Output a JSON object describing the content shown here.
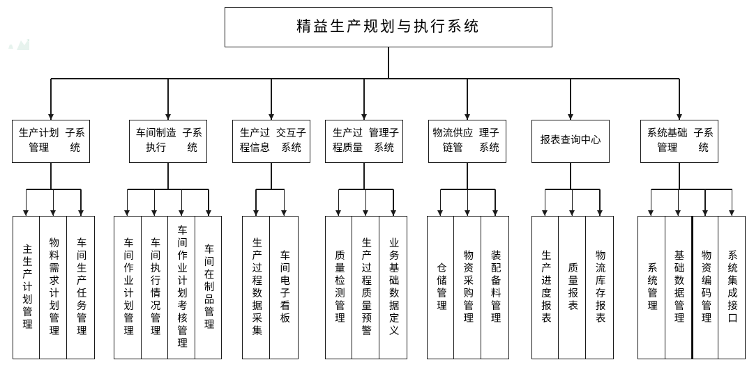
{
  "diagram": {
    "title_box": {
      "label": "精益生产规划与执行系统"
    },
    "watermark": {
      "name": "mountain-watermark",
      "color": "#e7f3ee"
    },
    "line_color": "#1a1a1a",
    "subsystems": [
      {
        "label_lines": [
          "生产计划管理",
          "子系统"
        ],
        "modules": [
          "主生产计划管理",
          "物料需求计划管理",
          "车间生产任务管理"
        ]
      },
      {
        "label_lines": [
          "车间制造执行",
          "子系统"
        ],
        "modules": [
          "车间作业计划管理",
          "车间执行情况管理",
          "车间作业计划考核管理",
          "车间在制品管理"
        ]
      },
      {
        "label_lines": [
          "生产过程信息",
          "交互子系统"
        ],
        "modules": [
          "生产过程数据采集",
          "车间电子看板"
        ]
      },
      {
        "label_lines": [
          "生产过程质量",
          "管理子系统"
        ],
        "modules": [
          "质量检测管理",
          "生产过程质量预警",
          "业务基础数据定义"
        ]
      },
      {
        "label_lines": [
          "物流供应链管",
          "理子系统"
        ],
        "modules": [
          "仓储管理",
          "物资采购管理",
          "装配备料管理"
        ]
      },
      {
        "label_lines": [
          "报表查询中心"
        ],
        "modules": [
          "生产进度报表",
          "质量报表",
          "物流库存报表"
        ]
      },
      {
        "label_lines": [
          "系统基础管理",
          "子系统"
        ],
        "modules": [
          "系统管理",
          "基础数据管理",
          "物资编码管理",
          "系统集成接口"
        ]
      }
    ]
  }
}
